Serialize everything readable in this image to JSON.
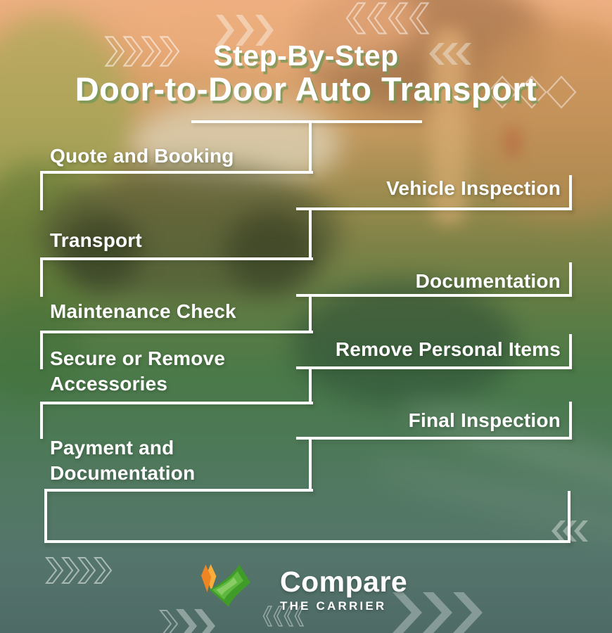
{
  "title": {
    "line1": "Step-By-Step",
    "line2": "Door-to-Door Auto Transport"
  },
  "steps": [
    {
      "label": "Quote and Booking",
      "side": "left"
    },
    {
      "label": "Vehicle Inspection",
      "side": "right"
    },
    {
      "label": "Transport",
      "side": "left"
    },
    {
      "label": "Documentation",
      "side": "right"
    },
    {
      "label": "Maintenance Check",
      "side": "left"
    },
    {
      "label": "Remove Personal Items",
      "side": "right"
    },
    {
      "label": "Secure or Remove Accessories",
      "side": "left"
    },
    {
      "label": "Final Inspection",
      "side": "right"
    },
    {
      "label": "Payment and Documentation",
      "side": "left"
    }
  ],
  "logo": {
    "brand": "Compare",
    "subtitle": "THE CARRIER"
  },
  "colors": {
    "connector_line": "#ffffff",
    "title_text": "#ffffff",
    "title_shadow": "#759757",
    "logo_orange": "#f29a2e",
    "logo_green": "#3f9c28",
    "chevron_gray": "#aab9b7",
    "bg_top_orange": "#e7a673",
    "bg_mid_green": "#4d7a46",
    "bg_bottom_teal": "#4a6462"
  }
}
